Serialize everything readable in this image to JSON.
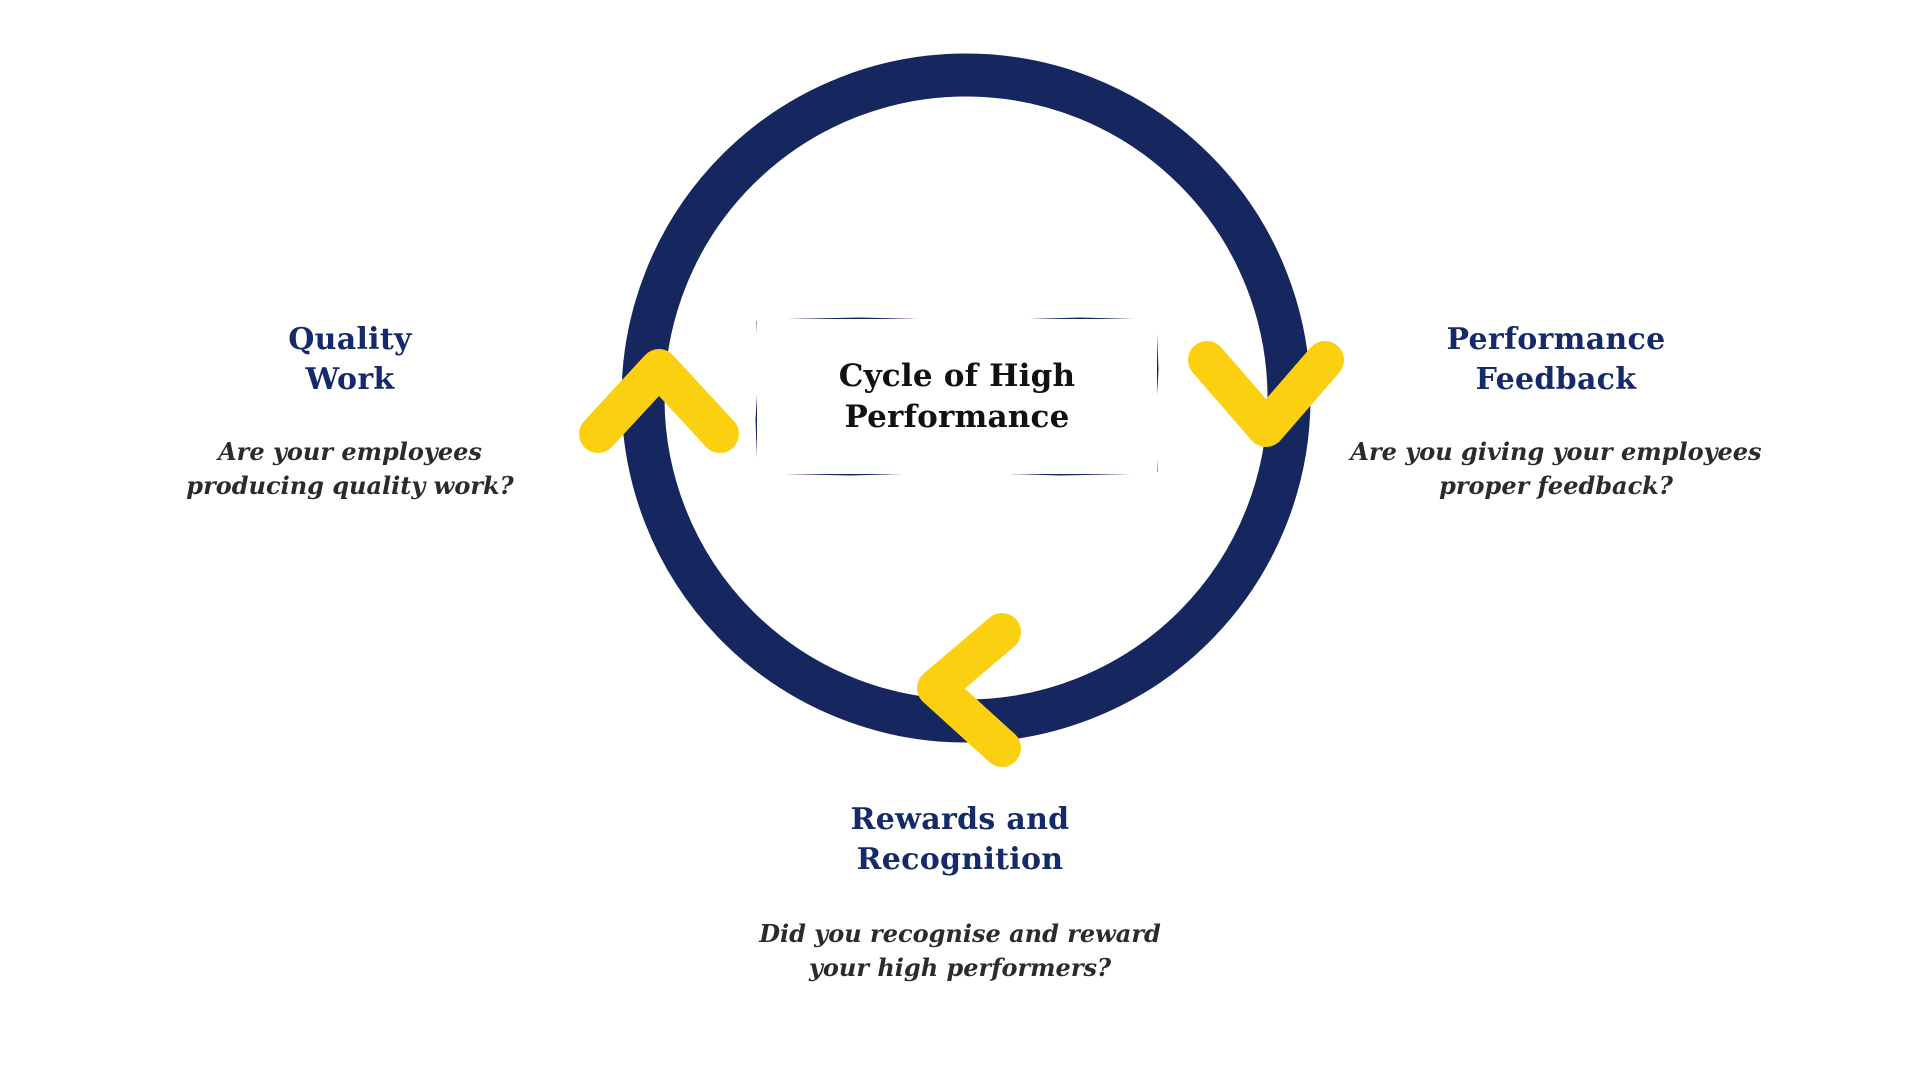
{
  "diagram": {
    "type": "cycle",
    "title": "Cycle of High Performance",
    "background_color": "#ffffff",
    "colors": {
      "ring_navy": "#16265e",
      "arrow_yellow": "#fad010",
      "title_text": "#111111",
      "node_title": "#152a6b",
      "node_question": "#2b2b2b",
      "box_border": "#16265e"
    },
    "center": {
      "label": "Cycle of High\nPerformance"
    },
    "nodes": [
      {
        "id": "quality-work",
        "title": "Quality\nWork",
        "question": "Are your employees\nproducing quality work?",
        "position": "left"
      },
      {
        "id": "performance-feedback",
        "title": "Performance\nFeedback",
        "question": "Are you giving your employees\nproper feedback?",
        "position": "right"
      },
      {
        "id": "rewards-recognition",
        "title": "Rewards and\nRecognition",
        "question": "Did you recognise and reward\nyour high performers?",
        "position": "bottom"
      }
    ],
    "arrows": [
      {
        "id": "arrow-left",
        "icon": "chevron-up-icon",
        "direction": "up"
      },
      {
        "id": "arrow-right",
        "icon": "chevron-down-icon",
        "direction": "down"
      },
      {
        "id": "arrow-bottom",
        "icon": "chevron-left-icon",
        "direction": "left"
      }
    ]
  }
}
